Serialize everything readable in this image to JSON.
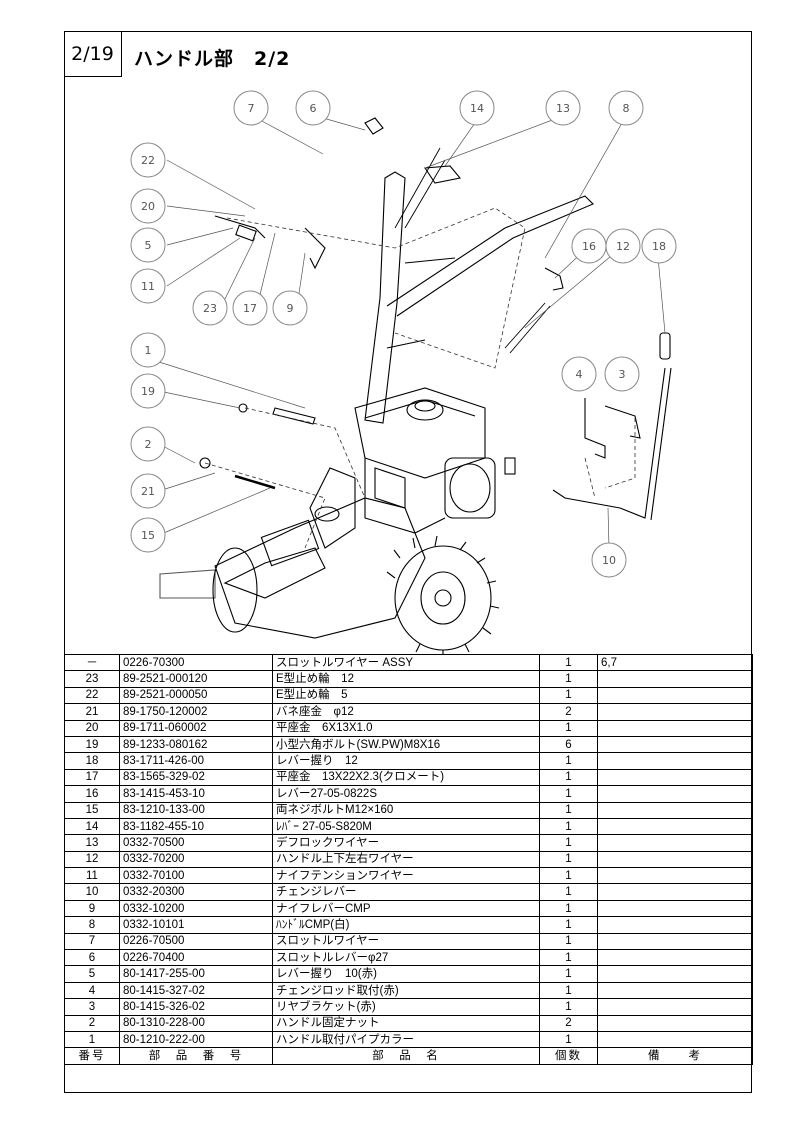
{
  "header": {
    "page": "2/19",
    "title": "ハンドル部　2/2"
  },
  "callouts": [
    "7",
    "6",
    "14",
    "13",
    "8",
    "22",
    "20",
    "5",
    "11",
    "23",
    "17",
    "9",
    "16",
    "12",
    "18",
    "1",
    "19",
    "4",
    "3",
    "2",
    "21",
    "15",
    "10"
  ],
  "table": {
    "headers": {
      "no": "番号",
      "part_no": "部　品　番　号",
      "name": "部　品　名",
      "qty": "個数",
      "remarks": "備　　考"
    },
    "rows": [
      {
        "no": "－",
        "part_no": "0226-70300",
        "name": "スロットルワイヤー ASSY",
        "qty": "1",
        "remarks": "6,7"
      },
      {
        "no": "23",
        "part_no": "89-2521-000120",
        "name": "E型止め輪　12",
        "qty": "1",
        "remarks": ""
      },
      {
        "no": "22",
        "part_no": "89-2521-000050",
        "name": "E型止め輪　5",
        "qty": "1",
        "remarks": ""
      },
      {
        "no": "21",
        "part_no": "89-1750-120002",
        "name": "バネ座金　φ12",
        "qty": "2",
        "remarks": ""
      },
      {
        "no": "20",
        "part_no": "89-1711-060002",
        "name": "平座金　6X13X1.0",
        "qty": "1",
        "remarks": ""
      },
      {
        "no": "19",
        "part_no": "89-1233-080162",
        "name": "小型六角ボルト(SW.PW)M8X16",
        "qty": "6",
        "remarks": ""
      },
      {
        "no": "18",
        "part_no": "83-1711-426-00",
        "name": "レバー握り　12",
        "qty": "1",
        "remarks": ""
      },
      {
        "no": "17",
        "part_no": "83-1565-329-02",
        "name": "平座金　13X22X2.3(クロメート)",
        "qty": "1",
        "remarks": ""
      },
      {
        "no": "16",
        "part_no": "83-1415-453-10",
        "name": "レバー27-05-0822S",
        "qty": "1",
        "remarks": ""
      },
      {
        "no": "15",
        "part_no": "83-1210-133-00",
        "name": "両ネジボルトM12×160",
        "qty": "1",
        "remarks": ""
      },
      {
        "no": "14",
        "part_no": "83-1182-455-10",
        "name": "ﾚﾊﾞｰ 27-05-S820M",
        "qty": "1",
        "remarks": ""
      },
      {
        "no": "13",
        "part_no": "0332-70500",
        "name": "デフロックワイヤー",
        "qty": "1",
        "remarks": ""
      },
      {
        "no": "12",
        "part_no": "0332-70200",
        "name": "ハンドル上下左右ワイヤー",
        "qty": "1",
        "remarks": ""
      },
      {
        "no": "11",
        "part_no": "0332-70100",
        "name": "ナイフテンションワイヤー",
        "qty": "1",
        "remarks": ""
      },
      {
        "no": "10",
        "part_no": "0332-20300",
        "name": "チェンジレバー",
        "qty": "1",
        "remarks": ""
      },
      {
        "no": "9",
        "part_no": "0332-10200",
        "name": "ナイフレバーCMP",
        "qty": "1",
        "remarks": ""
      },
      {
        "no": "8",
        "part_no": "0332-10101",
        "name": "ﾊﾝﾄﾞﾙCMP(白)",
        "qty": "1",
        "remarks": ""
      },
      {
        "no": "7",
        "part_no": "0226-70500",
        "name": "スロットルワイヤー",
        "qty": "1",
        "remarks": ""
      },
      {
        "no": "6",
        "part_no": "0226-70400",
        "name": "スロットルレバーφ27",
        "qty": "1",
        "remarks": ""
      },
      {
        "no": "5",
        "part_no": "80-1417-255-00",
        "name": "レバー握り　10(赤)",
        "qty": "1",
        "remarks": ""
      },
      {
        "no": "4",
        "part_no": "80-1415-327-02",
        "name": "チェンジロッド取付(赤)",
        "qty": "1",
        "remarks": ""
      },
      {
        "no": "3",
        "part_no": "80-1415-326-02",
        "name": "リヤブラケット(赤)",
        "qty": "1",
        "remarks": ""
      },
      {
        "no": "2",
        "part_no": "80-1310-228-00",
        "name": "ハンドル固定ナット",
        "qty": "2",
        "remarks": ""
      },
      {
        "no": "1",
        "part_no": "80-1210-222-00",
        "name": "ハンドル取付パイプカラー",
        "qty": "1",
        "remarks": ""
      }
    ]
  }
}
